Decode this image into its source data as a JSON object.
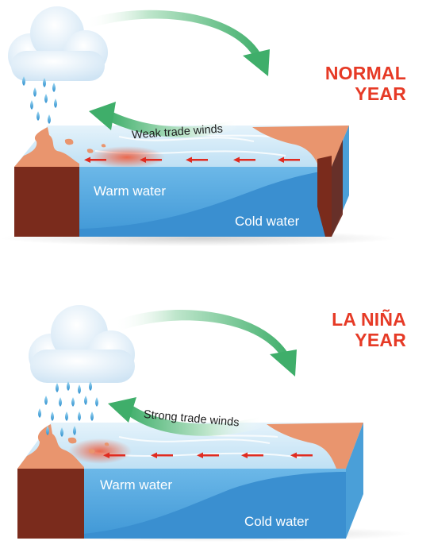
{
  "panels": [
    {
      "id": "normal",
      "title_line1": "NORMAL",
      "title_line2": "YEAR",
      "wind_label": "Weak trade winds",
      "warm_label": "Warm water",
      "cold_label": "Cold water"
    },
    {
      "id": "la-nina",
      "title_line1": "LA NIÑA",
      "title_line2": "YEAR",
      "wind_label": "Strong trade winds",
      "warm_label": "Warm water",
      "cold_label": "Cold water"
    }
  ],
  "colors": {
    "title": "#e63a26",
    "ocean_top": "#cfe9f7",
    "ocean_front": "#4da3dc",
    "cold_layer": "#3a8fd0",
    "land": "#e9956e",
    "land_side": "#7a2b1c",
    "arrow_green": "#6cc48e",
    "current_arrow": "#e02b20"
  }
}
